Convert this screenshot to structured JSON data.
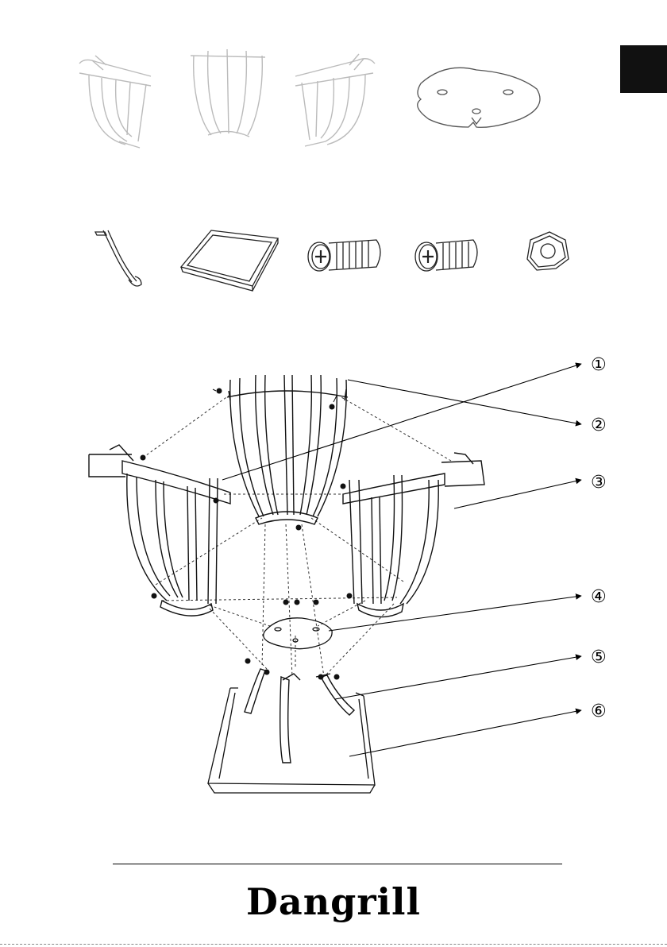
{
  "header": {
    "language_tab_label": ""
  },
  "callouts": [
    {
      "id": 1,
      "label": "①"
    },
    {
      "id": 2,
      "label": "②"
    },
    {
      "id": 3,
      "label": "③"
    },
    {
      "id": 4,
      "label": "④"
    },
    {
      "id": 5,
      "label": "⑤"
    },
    {
      "id": 6,
      "label": "⑥"
    }
  ],
  "parts_row1": [
    "basket-side-panel-left",
    "basket-front-panel",
    "basket-side-panel-right",
    "base-plate"
  ],
  "parts_row2": [
    "leg",
    "ash-tray",
    "long-bolt",
    "short-bolt",
    "hex-nut"
  ],
  "footer": {
    "brand": "Dangrill"
  }
}
